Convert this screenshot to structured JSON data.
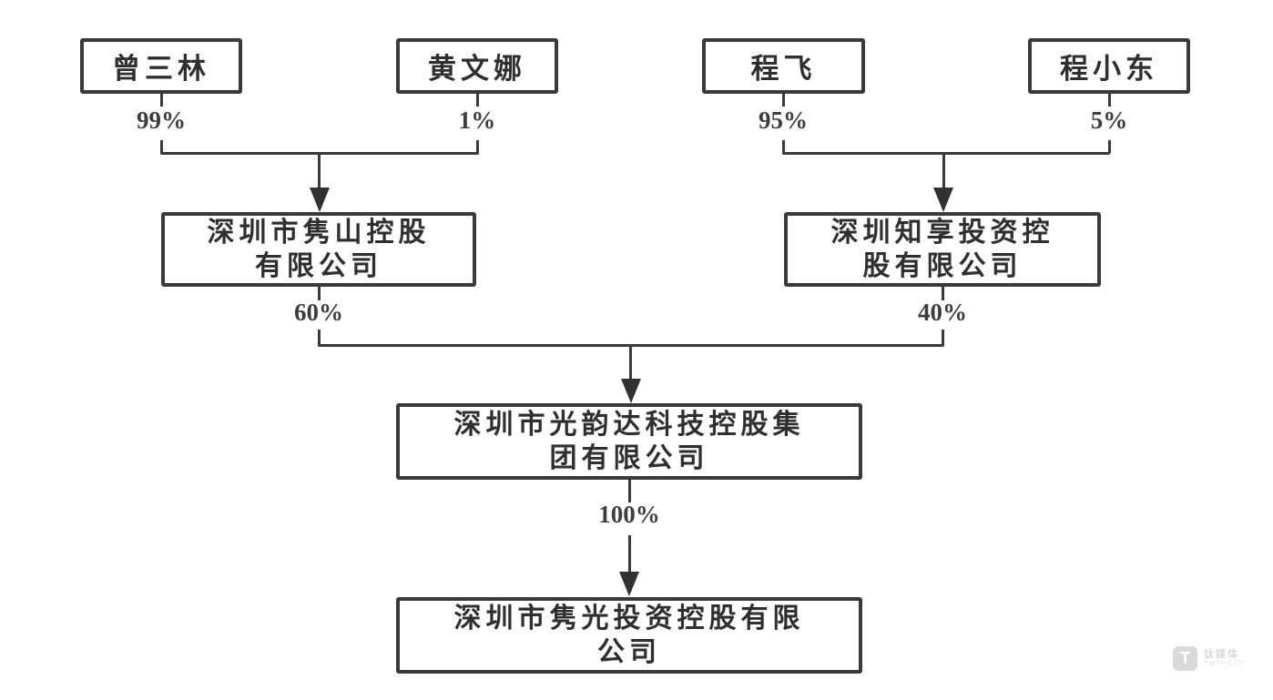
{
  "diagram": {
    "shareholders": [
      {
        "name": "曾三林",
        "stake": "99%"
      },
      {
        "name": "黄文娜",
        "stake": "1%"
      },
      {
        "name": "程飞",
        "stake": "95%"
      },
      {
        "name": "程小东",
        "stake": "5%"
      }
    ],
    "intermediate_companies": [
      {
        "line1": "深圳市隽山控股",
        "line2": "有限公司",
        "full_name": "深圳市隽山控股有限公司",
        "stake": "60%"
      },
      {
        "line1": "深圳知享投资控",
        "line2": "股有限公司",
        "full_name": "深圳知享投资控股有限公司",
        "stake": "40%"
      }
    ],
    "group_company": {
      "line1": "深圳市光韵达科技控股集",
      "line2": "团有限公司",
      "full_name": "深圳市光韵达科技控股集团有限公司",
      "stake": "100%"
    },
    "bottom_company": {
      "line1": "深圳市隽光投资控股有限",
      "line2": "公司",
      "full_name": "深圳市隽光投资控股有限公司"
    }
  },
  "watermark": {
    "logo_letter": "T",
    "brand_name": "钛媒体",
    "brand_subtitle": "TMTPOST"
  },
  "colors": {
    "line": "#3a3a3a",
    "text": "#2f2f2f",
    "background": "#ffffff",
    "watermark": "#d9d9d9"
  }
}
